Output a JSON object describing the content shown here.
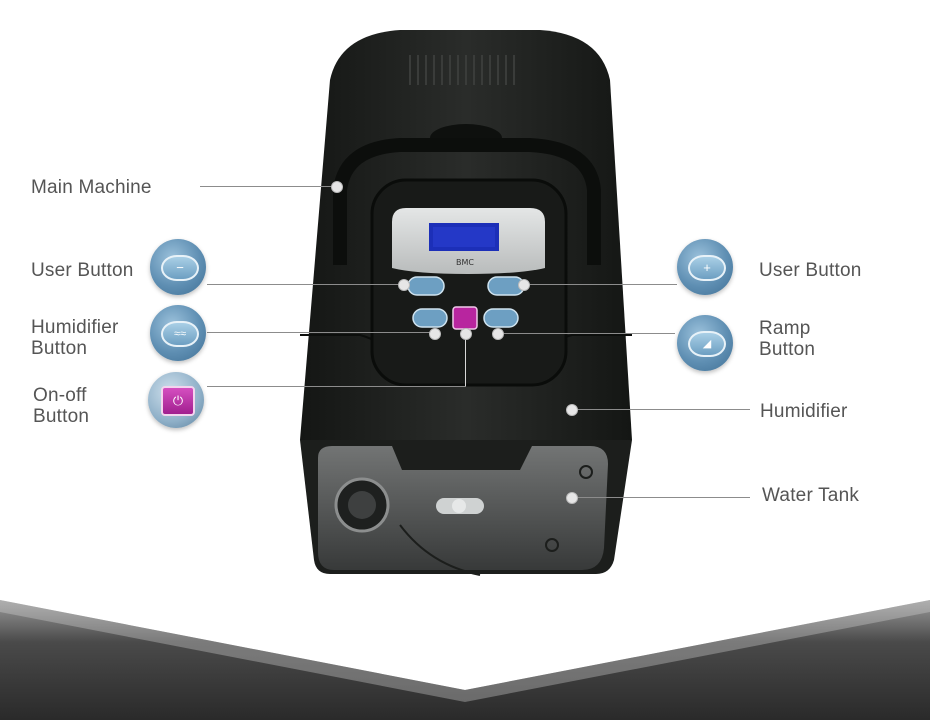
{
  "labels": {
    "main_machine": "Main Machine",
    "user_button_left": "User Button",
    "humidifier_button": [
      "Humidifier",
      "Button"
    ],
    "onoff_button": [
      "On-off",
      "Button"
    ],
    "user_button_right": "User Button",
    "ramp_button": [
      "Ramp",
      "Button"
    ],
    "humidifier": "Humidifier",
    "water_tank": "Water Tank"
  },
  "device": {
    "brand_mark": "BMC"
  },
  "icons": {
    "minus_key": "minus-key-icon",
    "plus_key": "plus-key-icon",
    "humidifier_key": "humidifier-waves-key-icon",
    "power_key": "power-key-icon",
    "ramp_key": "ramp-key-icon"
  },
  "colors": {
    "device_body": "#1f211f",
    "screen": "#1c2fb8",
    "button_blue": "#6d9fc2",
    "button_power": "#b8259f"
  }
}
